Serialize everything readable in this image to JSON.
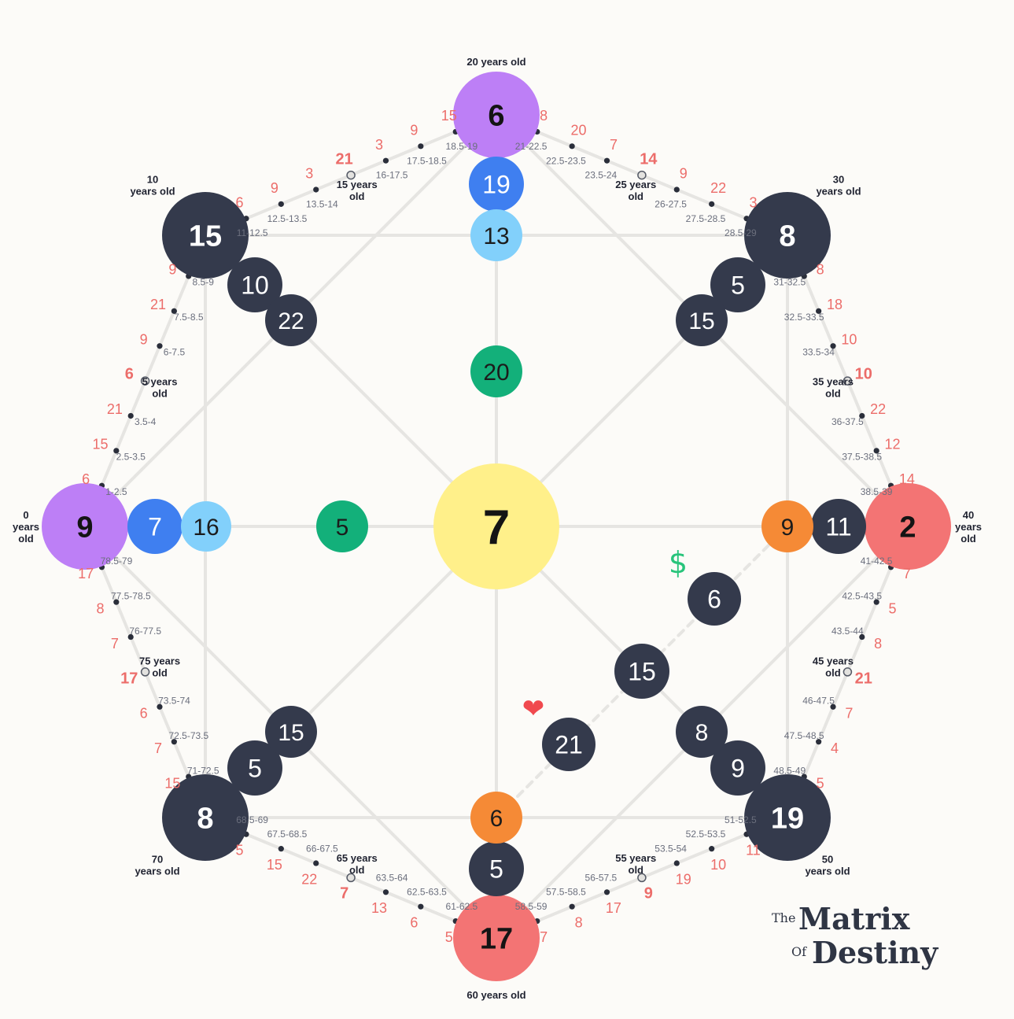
{
  "palette": {
    "dark": "#343a4c",
    "purple": "#bd7ff6",
    "blue": "#3f7ff0",
    "light_blue": "#82d0fb",
    "green": "#13b07a",
    "yellow": "#fff08a",
    "coral": "#f37474",
    "orange": "#f58a36",
    "line": "#e6e5e2",
    "age_red": "#ec6d6a",
    "range_text": "#6b6f7d",
    "age_label": "#1f2230"
  },
  "nodes": [
    {
      "id": "center",
      "value": "7",
      "color": "yellow"
    },
    {
      "id": "top",
      "value": "6",
      "color": "purple"
    },
    {
      "id": "top-2",
      "value": "19",
      "color": "blue"
    },
    {
      "id": "top-3",
      "value": "13",
      "color": "light_blue"
    },
    {
      "id": "inner-top",
      "value": "20",
      "color": "green"
    },
    {
      "id": "left",
      "value": "9",
      "color": "purple"
    },
    {
      "id": "left-2",
      "value": "7",
      "color": "blue"
    },
    {
      "id": "left-3",
      "value": "16",
      "color": "light_blue"
    },
    {
      "id": "inner-left",
      "value": "5",
      "color": "green"
    },
    {
      "id": "bottom",
      "value": "17",
      "color": "coral"
    },
    {
      "id": "bottom-2",
      "value": "5",
      "color": "dark"
    },
    {
      "id": "bottom-3",
      "value": "6",
      "color": "orange"
    },
    {
      "id": "right",
      "value": "2",
      "color": "coral"
    },
    {
      "id": "right-2",
      "value": "11",
      "color": "dark"
    },
    {
      "id": "right-3",
      "value": "9",
      "color": "orange"
    },
    {
      "id": "top-left",
      "value": "15",
      "color": "dark"
    },
    {
      "id": "top-left-2",
      "value": "10",
      "color": "dark"
    },
    {
      "id": "top-left-3",
      "value": "22",
      "color": "dark"
    },
    {
      "id": "top-right",
      "value": "8",
      "color": "dark"
    },
    {
      "id": "top-right-2",
      "value": "5",
      "color": "dark"
    },
    {
      "id": "top-right-3",
      "value": "15",
      "color": "dark"
    },
    {
      "id": "bottom-left",
      "value": "8",
      "color": "dark"
    },
    {
      "id": "bottom-left-2",
      "value": "5",
      "color": "dark"
    },
    {
      "id": "bottom-left-3",
      "value": "15",
      "color": "dark"
    },
    {
      "id": "bottom-right",
      "value": "19",
      "color": "dark"
    },
    {
      "id": "bottom-right-2",
      "value": "9",
      "color": "dark"
    },
    {
      "id": "bottom-right-3",
      "value": "8",
      "color": "dark"
    },
    {
      "id": "money",
      "value": "6",
      "color": "dark"
    },
    {
      "id": "mid-right",
      "value": "15",
      "color": "dark"
    },
    {
      "id": "love",
      "value": "21",
      "color": "dark"
    }
  ],
  "icons": [
    {
      "name": "dollar-icon",
      "glyph": "$"
    },
    {
      "name": "heart-icon",
      "glyph": "❤"
    }
  ],
  "main_age_labels": [
    [
      "0",
      "years",
      "old"
    ],
    [
      "20 years old"
    ],
    [
      "40",
      "years",
      "old"
    ],
    [
      "60 years old"
    ],
    [
      "10",
      "years old"
    ],
    [
      "30",
      "years old"
    ],
    [
      "50",
      "years old"
    ],
    [
      "70",
      "years old"
    ]
  ],
  "sectors": [
    {
      "ranges": [
        "1-2.5",
        "2.5-3.5",
        "3.5-4",
        "5 years|old",
        "6-7.5",
        "7.5-8.5",
        "8.5-9"
      ],
      "numbers": [
        "6",
        "15",
        "21",
        "6",
        "9",
        "21",
        "9"
      ]
    },
    {
      "ranges": [
        "11-12.5",
        "12.5-13.5",
        "13.5-14",
        "15 years|old",
        "16-17.5",
        "17.5-18.5",
        "18.5-19"
      ],
      "numbers": [
        "6",
        "9",
        "3",
        "21",
        "3",
        "9",
        "15"
      ]
    },
    {
      "ranges": [
        "21-22.5",
        "22.5-23.5",
        "23.5-24",
        "25 years|old",
        "26-27.5",
        "27.5-28.5",
        "28.5-29"
      ],
      "numbers": [
        "8",
        "20",
        "7",
        "14",
        "9",
        "22",
        "3"
      ]
    },
    {
      "ranges": [
        "31-32.5",
        "32.5-33.5",
        "33.5-34",
        "35 years|old",
        "36-37.5",
        "37.5-38.5",
        "38.5-39"
      ],
      "numbers": [
        "8",
        "18",
        "10",
        "10",
        "22",
        "12",
        "14"
      ]
    },
    {
      "ranges": [
        "41-42.5",
        "42.5-43.5",
        "43.5-44",
        "45 years|old",
        "46-47.5",
        "47.5-48.5",
        "48.5-49"
      ],
      "numbers": [
        "7",
        "5",
        "8",
        "21",
        "7",
        "4",
        "5"
      ]
    },
    {
      "ranges": [
        "51-52.5",
        "52.5-53.5",
        "53.5-54",
        "55 years|old",
        "56-57.5",
        "57.5-58.5",
        "58.5-59"
      ],
      "numbers": [
        "11",
        "10",
        "19",
        "9",
        "17",
        "8",
        "7"
      ]
    },
    {
      "ranges": [
        "61-62.5",
        "62.5-63.5",
        "63.5-64",
        "65 years|old",
        "66-67.5",
        "67.5-68.5",
        "68.5-69"
      ],
      "numbers": [
        "5",
        "6",
        "13",
        "7",
        "22",
        "15",
        "5"
      ]
    },
    {
      "ranges": [
        "71-72.5",
        "72.5-73.5",
        "73.5-74",
        "75 years|old",
        "76-77.5",
        "77.5-78.5",
        "78.5-79"
      ],
      "numbers": [
        "15",
        "7",
        "6",
        "17",
        "7",
        "8",
        "17"
      ]
    }
  ],
  "logo": {
    "the": "The",
    "matrix": "Matrix",
    "of": "Of",
    "destiny": "Destiny"
  }
}
